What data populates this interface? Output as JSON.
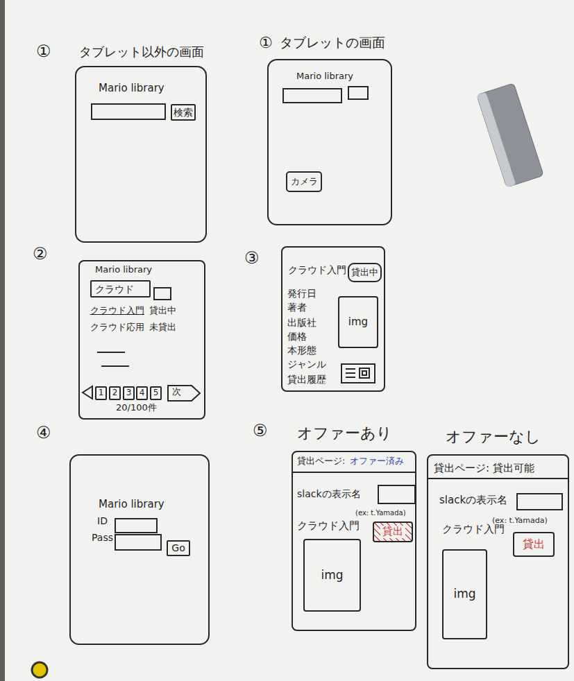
{
  "diagram": {
    "nodes": [
      {
        "text": [
          "①",
          "タブレット以外の画面",
          "Mario library"
        ]
      },
      {
        "text": [
          "検索"
        ],
        "in": 0
      },
      {
        "text": [
          "①",
          "タブレットの画面",
          "Mario library"
        ]
      },
      {
        "text": [
          "カメラ"
        ],
        "in": 2
      },
      {
        "text": [
          "②",
          "Mario library",
          "クラウド入門",
          "貸出中",
          "クラウド応用",
          "未貸出",
          "20/100件"
        ]
      },
      {
        "text": [
          "クラウド"
        ],
        "in": 4
      },
      {
        "text": [
          "1"
        ],
        "in": 4
      },
      {
        "text": [
          "2"
        ],
        "in": 4
      },
      {
        "text": [
          "3"
        ],
        "in": 4
      },
      {
        "text": [
          "4"
        ],
        "in": 4
      },
      {
        "text": [
          "5"
        ],
        "in": 4
      },
      {
        "text": [
          "次"
        ],
        "in": 4
      },
      {
        "text": [
          "③",
          "クラウド入門",
          "発行日",
          "著者",
          "出版社",
          "価格",
          "本形態",
          "ジャンル",
          "貸出履歴"
        ]
      },
      {
        "text": [
          "貸出中"
        ],
        "in": 12
      },
      {
        "text": [
          "img"
        ],
        "in": 12
      },
      {
        "text": [
          "④",
          "Mario library",
          "ID",
          "Pass"
        ]
      },
      {
        "text": [
          "Go"
        ],
        "in": 15
      },
      {
        "text": [
          "⑤",
          "オファーあり",
          "貸出ページ:",
          "オファー済み",
          "slackの表示名",
          "(ex: t.Yamada)",
          "クラウド入門"
        ]
      },
      {
        "text": [
          "貸出"
        ],
        "in": 17
      },
      {
        "text": [
          "img"
        ],
        "in": 17
      },
      {
        "text": [
          "オファーなし",
          "貸出ページ: 貸出可能",
          "slackの表示名",
          "(ex: t.Yamada)",
          "クラウド入門"
        ]
      },
      {
        "text": [
          "貸出"
        ],
        "in": 20
      },
      {
        "text": [
          "img"
        ],
        "in": 20
      }
    ]
  }
}
